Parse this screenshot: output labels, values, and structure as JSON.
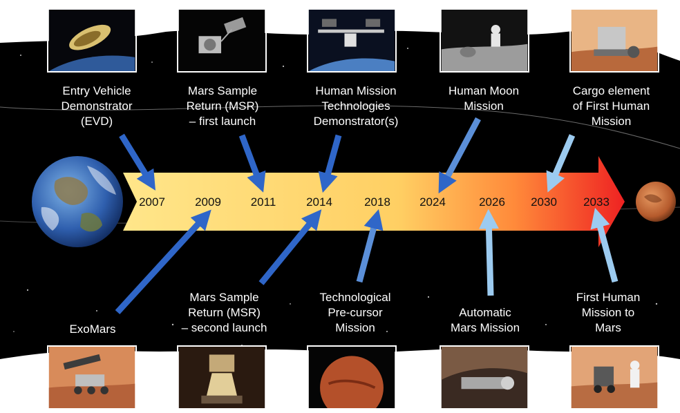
{
  "milestones_top": [
    {
      "lines": [
        "Entry Vehicle",
        "Demonstrator",
        "(EVD)"
      ],
      "year": "2007",
      "thumb": "capsule-thumbnail"
    },
    {
      "lines": [
        "Mars Sample",
        "Return (MSR)",
        "– first launch"
      ],
      "year": "2011",
      "thumb": "msr-orbiter-thumbnail"
    },
    {
      "lines": [
        "Human Mission",
        "Technologies",
        "Demonstrator(s)"
      ],
      "year": "2014",
      "thumb": "space-station-thumbnail"
    },
    {
      "lines": [
        "Human Moon",
        "Mission"
      ],
      "year": "2024",
      "thumb": "moon-astronaut-thumbnail"
    },
    {
      "lines": [
        "Cargo element",
        "of First Human",
        "Mission"
      ],
      "year": "2030",
      "thumb": "mars-habitat-thumbnail"
    }
  ],
  "milestones_bottom": [
    {
      "lines": [
        "ExoMars"
      ],
      "year": "2009",
      "thumb": "exomars-rover-thumbnail"
    },
    {
      "lines": [
        "Mars Sample",
        "Return (MSR)",
        "– second launch"
      ],
      "year": "2014",
      "thumb": "msr-lander-thumbnail"
    },
    {
      "lines": [
        "Technological",
        "Pre-cursor",
        "Mission"
      ],
      "year": "2018",
      "thumb": "mars-globe-thumbnail"
    },
    {
      "lines": [
        "Automatic",
        "Mars Mission"
      ],
      "year": "2026",
      "thumb": "mars-spacecraft-thumbnail"
    },
    {
      "lines": [
        "First Human",
        "Mission to",
        "Mars"
      ],
      "year": "2033",
      "thumb": "astronaut-rover-thumbnail"
    }
  ],
  "years": [
    "2007",
    "2009",
    "2011",
    "2014",
    "2018",
    "2024",
    "2026",
    "2030",
    "2033"
  ],
  "colors": {
    "arrow_start": "#ffe68a",
    "arrow_mid": "#ffb547",
    "arrow_end": "#ee2222",
    "pointer_dark": "#2f66c8",
    "pointer_light": "#9ccbf0",
    "background": "#000000"
  }
}
